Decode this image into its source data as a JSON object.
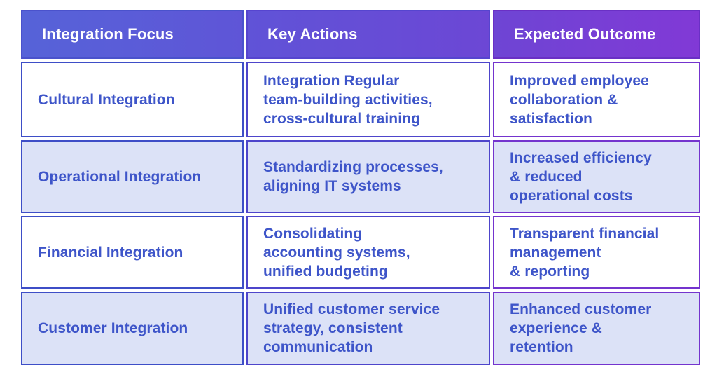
{
  "table": {
    "headers": {
      "focus": "Integration Focus",
      "actions": "Key Actions",
      "outcome": "Expected Outcome"
    },
    "rows": [
      {
        "focus": "Cultural Integration",
        "actions": "Integration Regular\nteam-building activities,\ncross-cultural training",
        "outcome": "Improved employee\ncollaboration &\nsatisfaction"
      },
      {
        "focus": "Operational Integration",
        "actions": "Standardizing processes,\naligning IT systems",
        "outcome": "Increased efficiency\n& reduced\noperational costs"
      },
      {
        "focus": "Financial Integration",
        "actions": "Consolidating\naccounting systems,\nunified budgeting",
        "outcome": "Transparent financial\nmanagement\n& reporting"
      },
      {
        "focus": "Customer Integration",
        "actions": "Unified customer service\nstrategy, consistent\ncommunication",
        "outcome": "Enhanced customer\nexperience &\nretention"
      }
    ],
    "colors": {
      "header_gradient_start": "#5663d8",
      "header_gradient_end": "#8139d6",
      "header_text": "#ffffff",
      "body_text": "#3e55c9",
      "row_background": "#ffffff",
      "row_alt_background": "#dce2f7",
      "border_gradient_start": "#3e4ec7",
      "border_gradient_end": "#7434ce"
    }
  },
  "chart_data": {
    "type": "table",
    "columns": [
      "Integration Focus",
      "Key Actions",
      "Expected Outcome"
    ],
    "rows": [
      [
        "Cultural Integration",
        "Integration Regular team-building activities, cross-cultural training",
        "Improved employee collaboration & satisfaction"
      ],
      [
        "Operational Integration",
        "Standardizing processes, aligning IT systems",
        "Increased efficiency & reduced operational costs"
      ],
      [
        "Financial Integration",
        "Consolidating accounting systems, unified budgeting",
        "Transparent financial management & reporting"
      ],
      [
        "Customer Integration",
        "Unified customer service strategy, consistent communication",
        "Enhanced customer experience & retention"
      ]
    ],
    "title": "",
    "legend": "none",
    "grid": "cell-borders"
  }
}
